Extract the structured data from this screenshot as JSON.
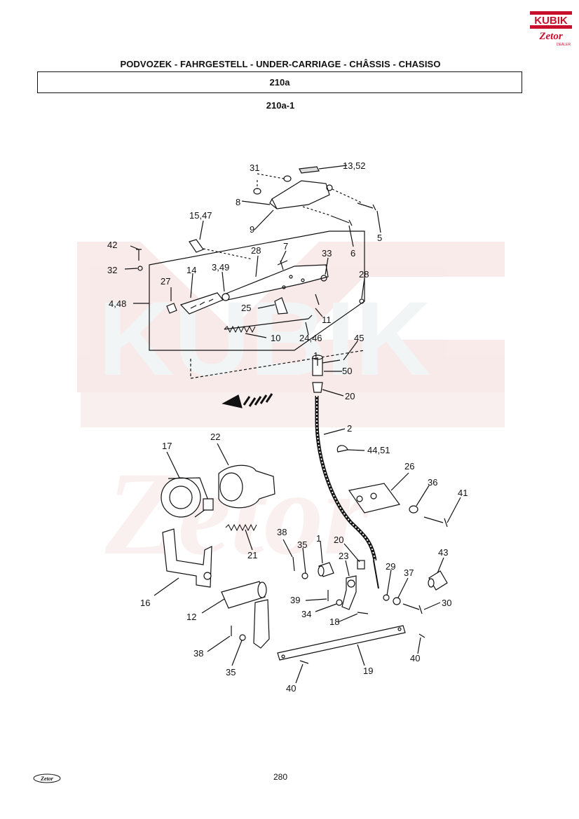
{
  "header": {
    "title": "PODVOZEK - FAHRGESTELL - UNDER-CARRIAGE - CHÂSSIS - CHASISO",
    "section_code": "210a",
    "subsection_code": "210a-1"
  },
  "logo": {
    "brand_top": "KUBIK",
    "brand_bottom": "Zetor",
    "dealer": "DEALER",
    "color": "#c8102e"
  },
  "watermark": {
    "text": "KUBIK",
    "sub": "Zetor",
    "color": "#f4d4d4"
  },
  "callouts": {
    "c31": "31",
    "c13_52": "13,52",
    "c8": "8",
    "c9": "9",
    "c5": "5",
    "c6": "6",
    "c15_47": "15,47",
    "c42": "42",
    "c32": "32",
    "c28a": "28",
    "c7": "7",
    "c33": "33",
    "c14": "14",
    "c3_49": "3,49",
    "c28b": "28",
    "c27": "27",
    "c4_48": "4,48",
    "c25": "25",
    "c11": "11",
    "c10": "10",
    "c24_46": "24,46",
    "c45": "45",
    "c1a": "1",
    "c50": "50",
    "c20a": "20",
    "c2": "2",
    "c44_51": "44,51",
    "c17": "17",
    "c22": "22",
    "c26": "26",
    "c36": "36",
    "c41": "41",
    "c21": "21",
    "c38a": "38",
    "c35a": "35",
    "c1b": "1",
    "c20b": "20",
    "c23": "23",
    "c29": "29",
    "c37": "37",
    "c43": "43",
    "c16": "16",
    "c39": "39",
    "c34": "34",
    "c30": "30",
    "c12": "12",
    "c18": "18",
    "c38b": "38",
    "c35b": "35",
    "c40a": "40",
    "c19": "19",
    "c40b": "40"
  },
  "footer": {
    "page_number": "280",
    "logo_text": "Zetor"
  }
}
